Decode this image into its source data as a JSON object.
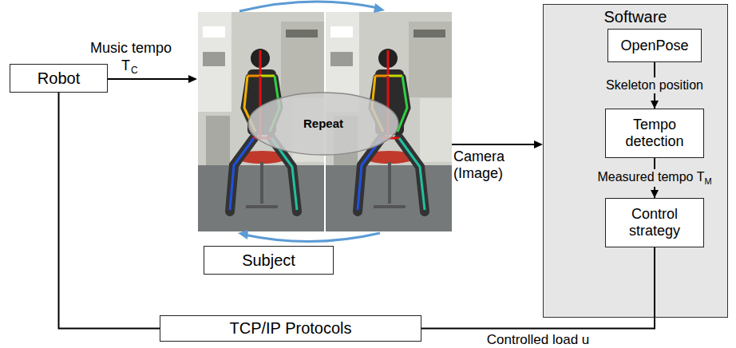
{
  "diagram": {
    "nodes": [
      {
        "text": [
          "Robot"
        ]
      },
      {
        "text": [
          "Repeat"
        ]
      },
      {
        "text": [
          "Subject"
        ]
      },
      {
        "text": [
          "Software"
        ]
      },
      {
        "text": [
          "OpenPose"
        ],
        "in": 3
      },
      {
        "text": [
          "Tempo detection"
        ],
        "in": 3
      },
      {
        "text": [
          "Control strategy"
        ],
        "in": 3
      },
      {
        "text": [
          "TCP/IP Protocols"
        ]
      }
    ],
    "edges": [
      {
        "from": 4,
        "to": 5,
        "arrow": "to",
        "label": "Skeleton position"
      },
      {
        "from": 5,
        "to": 6,
        "arrow": "to",
        "label": "Measured tempo T"
      },
      {
        "from": 6,
        "to": 7,
        "arrow": "none",
        "label": "Controlled load u"
      },
      {
        "from": 7,
        "to": 0,
        "arrow": "none"
      }
    ],
    "labels": [
      "Music tempo",
      "T",
      "C",
      "Camera (Image)",
      "M"
    ]
  }
}
